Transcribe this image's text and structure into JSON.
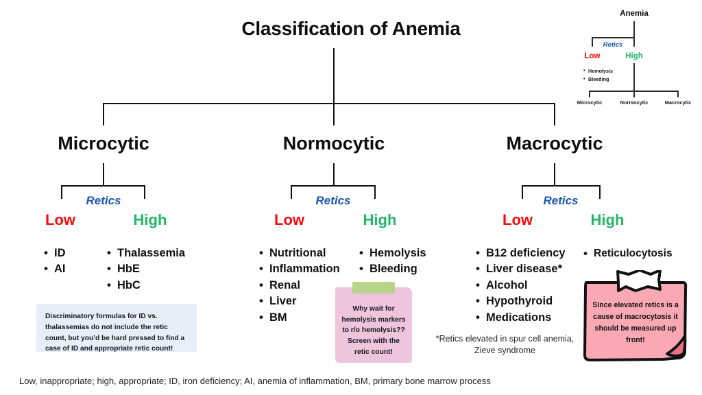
{
  "title": "Classification of Anemia",
  "retics_label": "Retics",
  "level_low": "Low",
  "level_high": "High",
  "colors": {
    "low": "#fb0a0a",
    "high": "#20b765",
    "retics": "#1a56b0",
    "info_box_bg": "#e7eef7",
    "sticky_pink": "#eec5dc",
    "sticky_tape_green": "#b7d489",
    "callout_pink": "#f9a8b4",
    "callout_pink_shadow": "#ef6f86",
    "line": "#111111"
  },
  "branches": [
    {
      "name": "Microcytic",
      "low": [
        "ID",
        "AI"
      ],
      "high": [
        "Thalassemia",
        "HbE",
        "HbC"
      ]
    },
    {
      "name": "Normocytic",
      "low": [
        "Nutritional",
        "Inflammation",
        "Renal",
        "Liver",
        "BM"
      ],
      "high": [
        "Hemolysis",
        "Bleeding"
      ]
    },
    {
      "name": "Macrocytic",
      "low": [
        "B12 deficiency",
        "Liver disease*",
        "Alcohol",
        "Hypothyroid",
        "Medications"
      ],
      "high": [
        "Reticulocytosis"
      ]
    }
  ],
  "notes": {
    "discriminatory": "Discriminatory formulas for ID vs. thalassemias do not include the retic count, but  you’d be hard pressed to find a case of ID and appropriate retic count!",
    "hemolysis_sticky": "Why wait for hemolysis markers to r/o hemolysis?? Screen with the retic count!",
    "macrocytic_footnote": "*Retics elevated in spur cell anemia, Zieve syndrome",
    "retics_callout": "Since elevated retics is a cause of macrocytosis it should be measured up front!"
  },
  "thumbnail": {
    "title": "Anemia",
    "retics_label": "Retics",
    "level_low": "Low",
    "level_high": "High",
    "low_items": [
      "Hemolysis",
      "Bleeding"
    ],
    "leaves": [
      "Microcytic",
      "Normocytic",
      "Macrocytic"
    ]
  },
  "legend": "Low, inappropriate; high, appropriate; ID, iron deficiency; AI, anemia of inflammation, BM, primary bone marrow process"
}
